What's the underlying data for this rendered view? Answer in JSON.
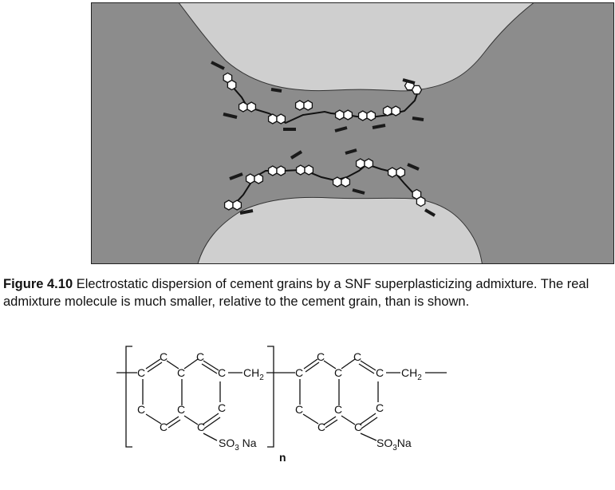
{
  "caption": {
    "label": "Figure 4.10",
    "text": " Electrostatic dispersion of cement grains by a SNF superplasticizing admixture. The real admixture molecule is much smaller, relative to the cement grain, than is shown."
  },
  "formula": {
    "atom_c": "C",
    "ch2": "CH",
    "ch2_sub": "2",
    "so3na_pre": "SO",
    "so3na_sub": "3",
    "so3na_post": " Na",
    "so3na_post_right": "Na",
    "repeat_n": "n"
  },
  "colors": {
    "panel_background": "#8c8c8c",
    "grain_fill": "#cfcfcf",
    "charge_marks": "#1a1a1a"
  }
}
